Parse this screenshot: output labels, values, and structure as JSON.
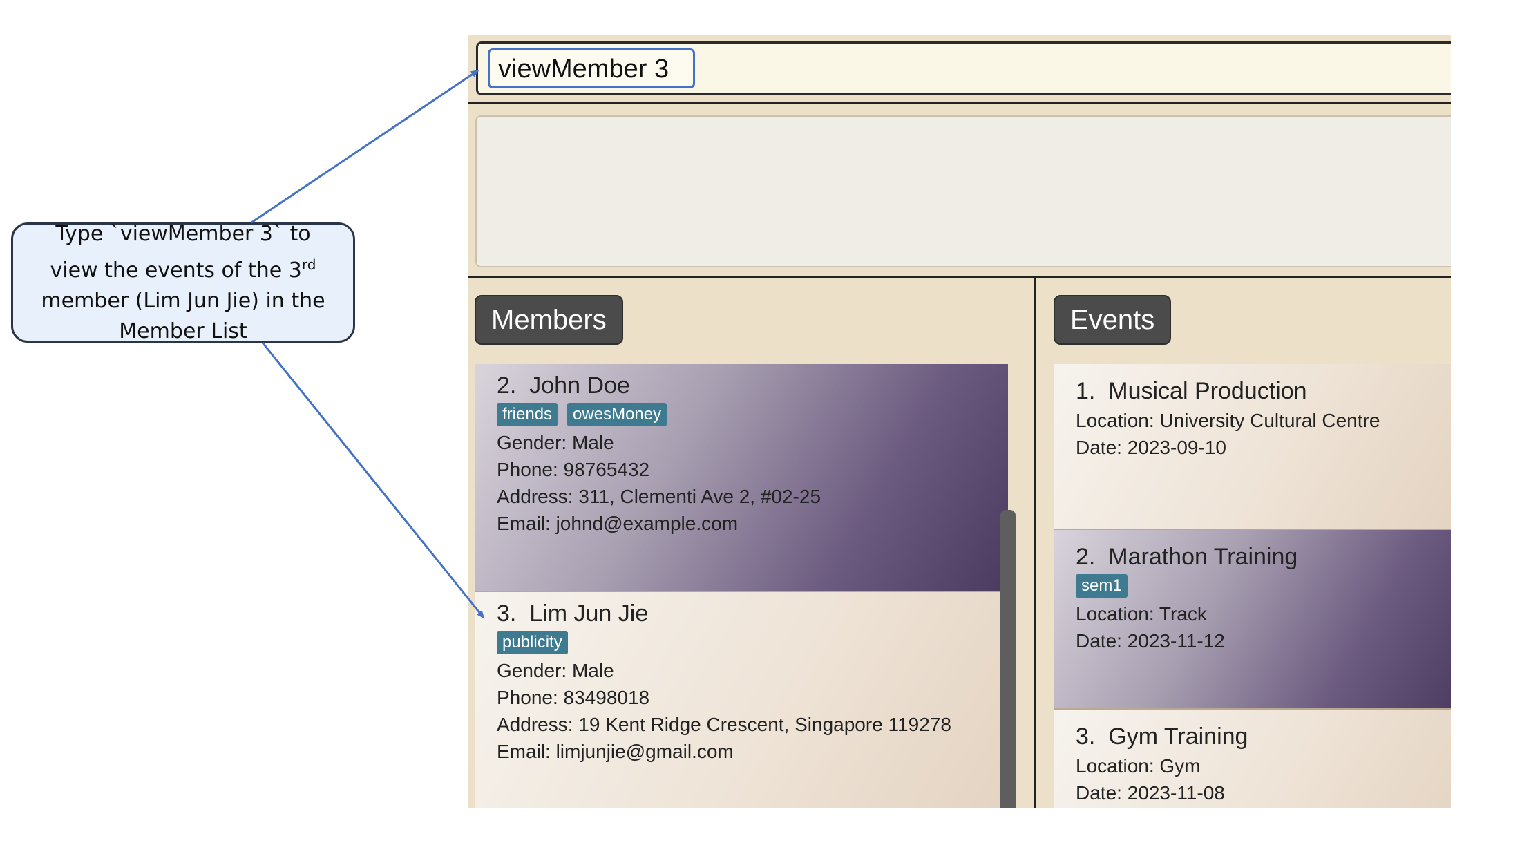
{
  "command_box": {
    "value": "viewMember 3"
  },
  "result_display": {
    "text": ""
  },
  "members_panel": {
    "label": "Members",
    "items": [
      {
        "index": "2.",
        "name": "John Doe",
        "tags": [
          "friends",
          "owesMoney"
        ],
        "gender": "Gender: Male",
        "phone": "Phone: 98765432",
        "address": "Address: 311, Clementi Ave 2, #02-25",
        "email": "Email: johnd@example.com"
      },
      {
        "index": "3.",
        "name": "Lim Jun Jie",
        "tags": [
          "publicity"
        ],
        "gender": "Gender: Male",
        "phone": "Phone: 83498018",
        "address": "Address: 19 Kent Ridge Crescent, Singapore 119278",
        "email": "Email: limjunjie@gmail.com"
      }
    ]
  },
  "events_panel": {
    "label": "Events",
    "items": [
      {
        "index": "1.",
        "name": "Musical Production",
        "tags": [],
        "location": "Location: University Cultural Centre",
        "date": "Date: 2023-09-10"
      },
      {
        "index": "2.",
        "name": "Marathon Training",
        "tags": [
          "sem1"
        ],
        "location": "Location: Track",
        "date": "Date: 2023-11-12"
      },
      {
        "index": "3.",
        "name": "Gym Training",
        "tags": [],
        "location": "Location: Gym",
        "date": "Date: 2023-11-08"
      }
    ]
  },
  "callout": {
    "line1": "Type `viewMember 3` to",
    "line2_pre": "view the events of the 3",
    "line2_sup": "rd",
    "line3": "member (Lim Jun Jie) in the",
    "line4": "Member List"
  },
  "colors": {
    "arrow": "#4472c4",
    "tag": "#3e7b91",
    "panel_bg": "#ede0c9"
  }
}
